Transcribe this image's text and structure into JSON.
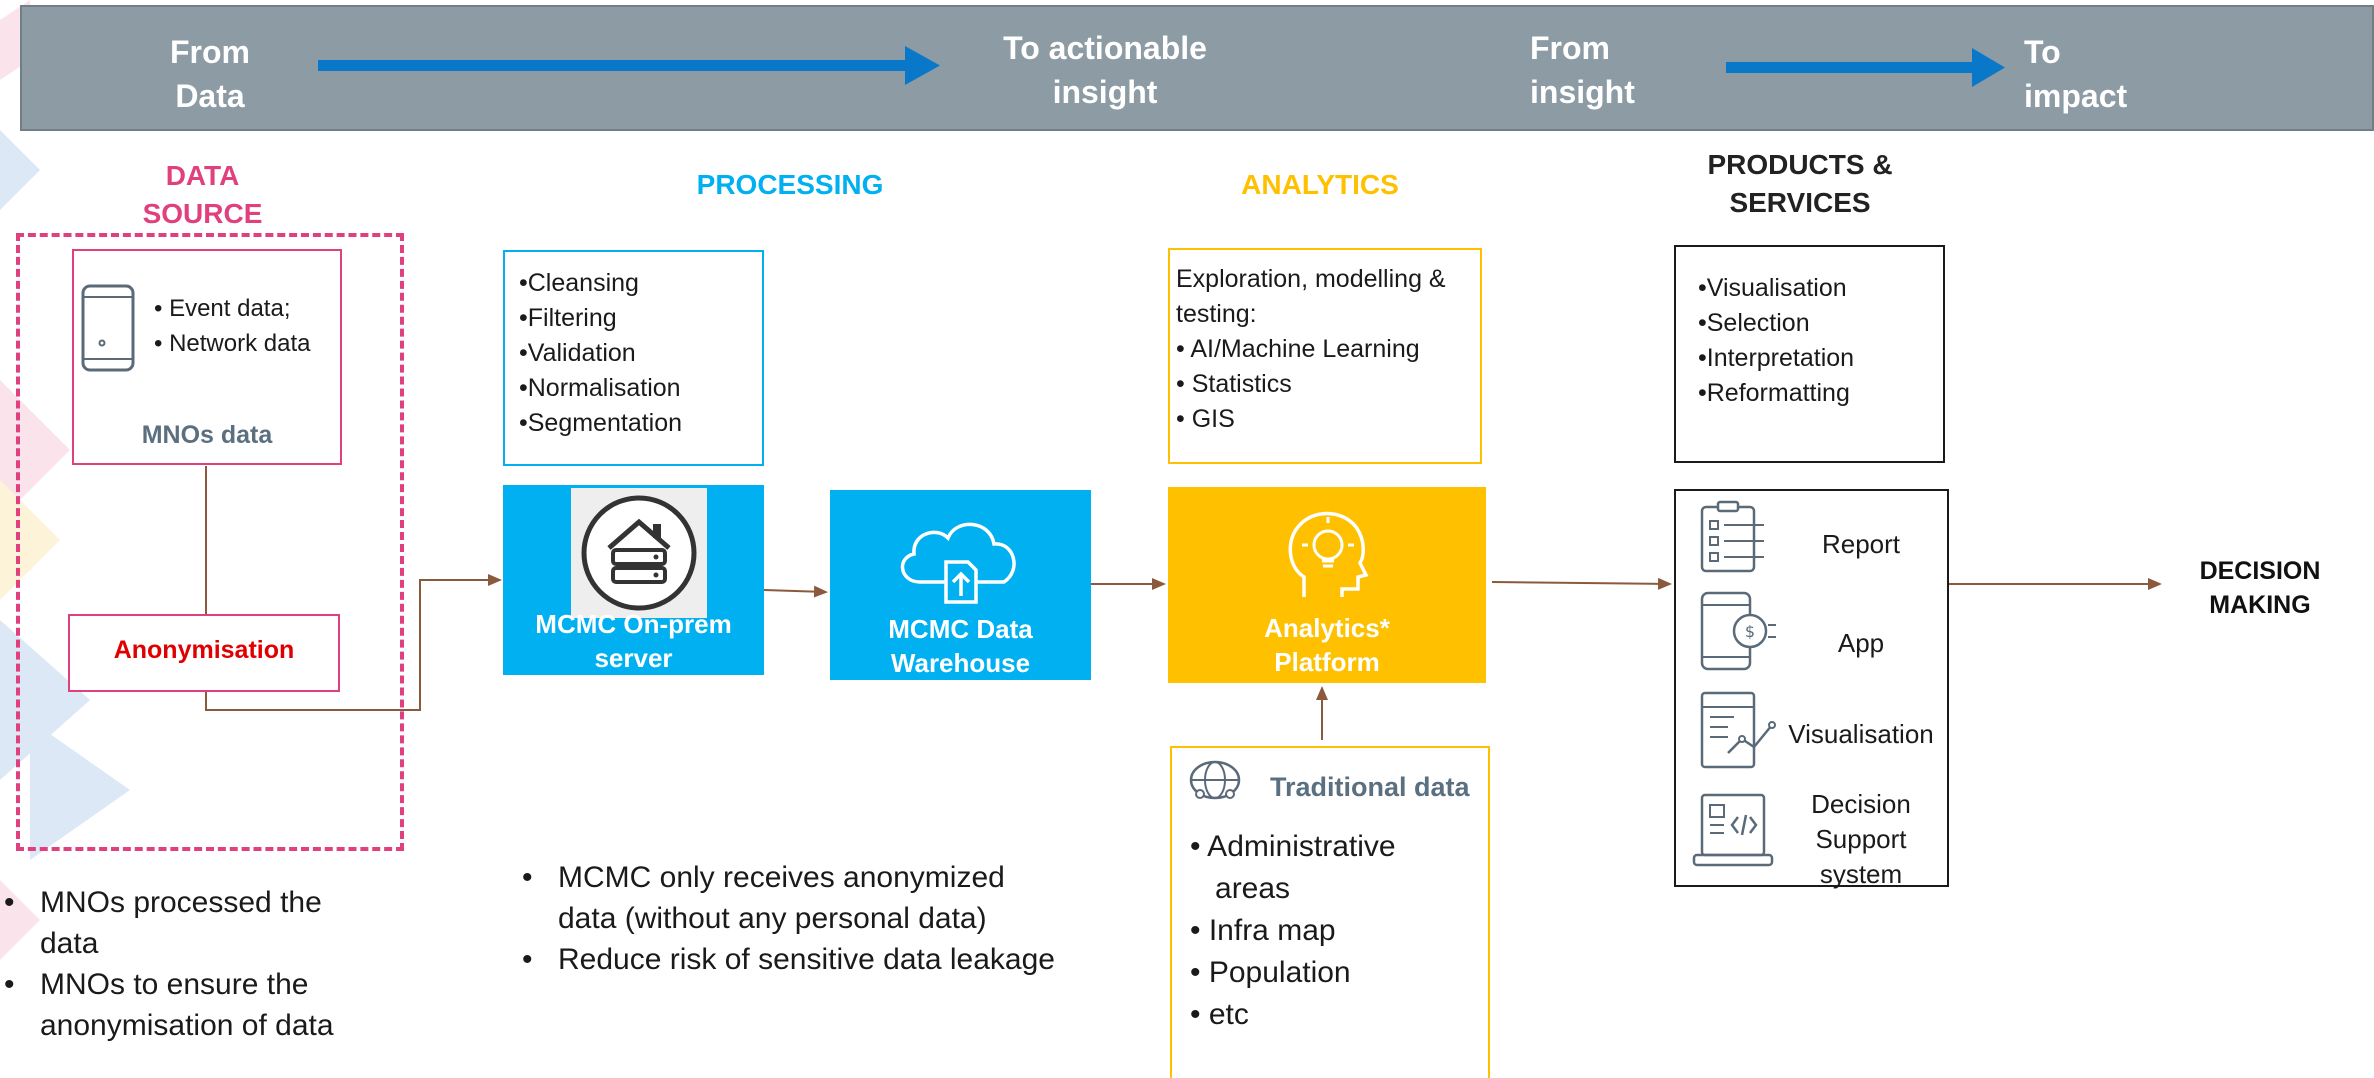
{
  "colors": {
    "banner": "#8c9ba4",
    "data_source": "#e0407d",
    "processing": "#00b0f0",
    "analytics": "#ffc000",
    "connector": "#8b5a3c",
    "banner_arrow": "#0a78c8",
    "anonymisation": "#e00000",
    "mnos_label": "#5a7080"
  },
  "banner": {
    "from_data": "From\nData",
    "to_actionable": "To actionable\ninsight",
    "from_insight": "From\ninsight",
    "to_impact": "To\nimpact"
  },
  "sections": {
    "data_source": "DATA\nSOURCE",
    "processing": "PROCESSING",
    "analytics": "ANALYTICS",
    "products": "PRODUCTS &\nSERVICES"
  },
  "data_source": {
    "bullets": [
      "• Event data;",
      "• Network data"
    ],
    "device_icon": "smartphone-icon",
    "mnos_label": "MNOs data",
    "anonymisation": "Anonymisation"
  },
  "processing": {
    "steps": [
      "•Cleansing",
      "•Filtering",
      "•Validation",
      "•Normalisation",
      "•Segmentation"
    ],
    "server_icon": "house-server-icon",
    "server_label": "MCMC On-prem\nserver",
    "warehouse_icon": "cloud-upload-icon",
    "warehouse_label": "MCMC Data\nWarehouse"
  },
  "analytics": {
    "lines": [
      "Exploration, modelling &",
      "testing:",
      "• AI/Machine Learning",
      "• Statistics",
      "• GIS"
    ],
    "platform_icon": "head-lightbulb-icon",
    "platform_label": "Analytics*\nPlatform",
    "traditional_icon": "globe-people-icon",
    "traditional_title": "Traditional data",
    "traditional_items": [
      "• Administrative\n   areas",
      "• Infra map",
      "• Population",
      "• etc"
    ]
  },
  "products": {
    "list": [
      "•Visualisation",
      "•Selection",
      "•Interpretation",
      "•Reformatting"
    ],
    "items": [
      {
        "icon": "checklist-report-icon",
        "label": "Report"
      },
      {
        "icon": "tablet-app-icon",
        "label": "App"
      },
      {
        "icon": "chart-document-icon",
        "label": "Visualisation"
      },
      {
        "icon": "laptop-code-icon",
        "label": "Decision\nSupport\nsystem"
      }
    ]
  },
  "decision": "DECISION\nMAKING",
  "notes": {
    "left": [
      "MNOs processed the\ndata",
      "MNOs to ensure the\nanonymisation of data"
    ],
    "center": [
      "MCMC only receives anonymized\ndata (without any personal data)",
      "Reduce risk of sensitive data leakage"
    ]
  }
}
